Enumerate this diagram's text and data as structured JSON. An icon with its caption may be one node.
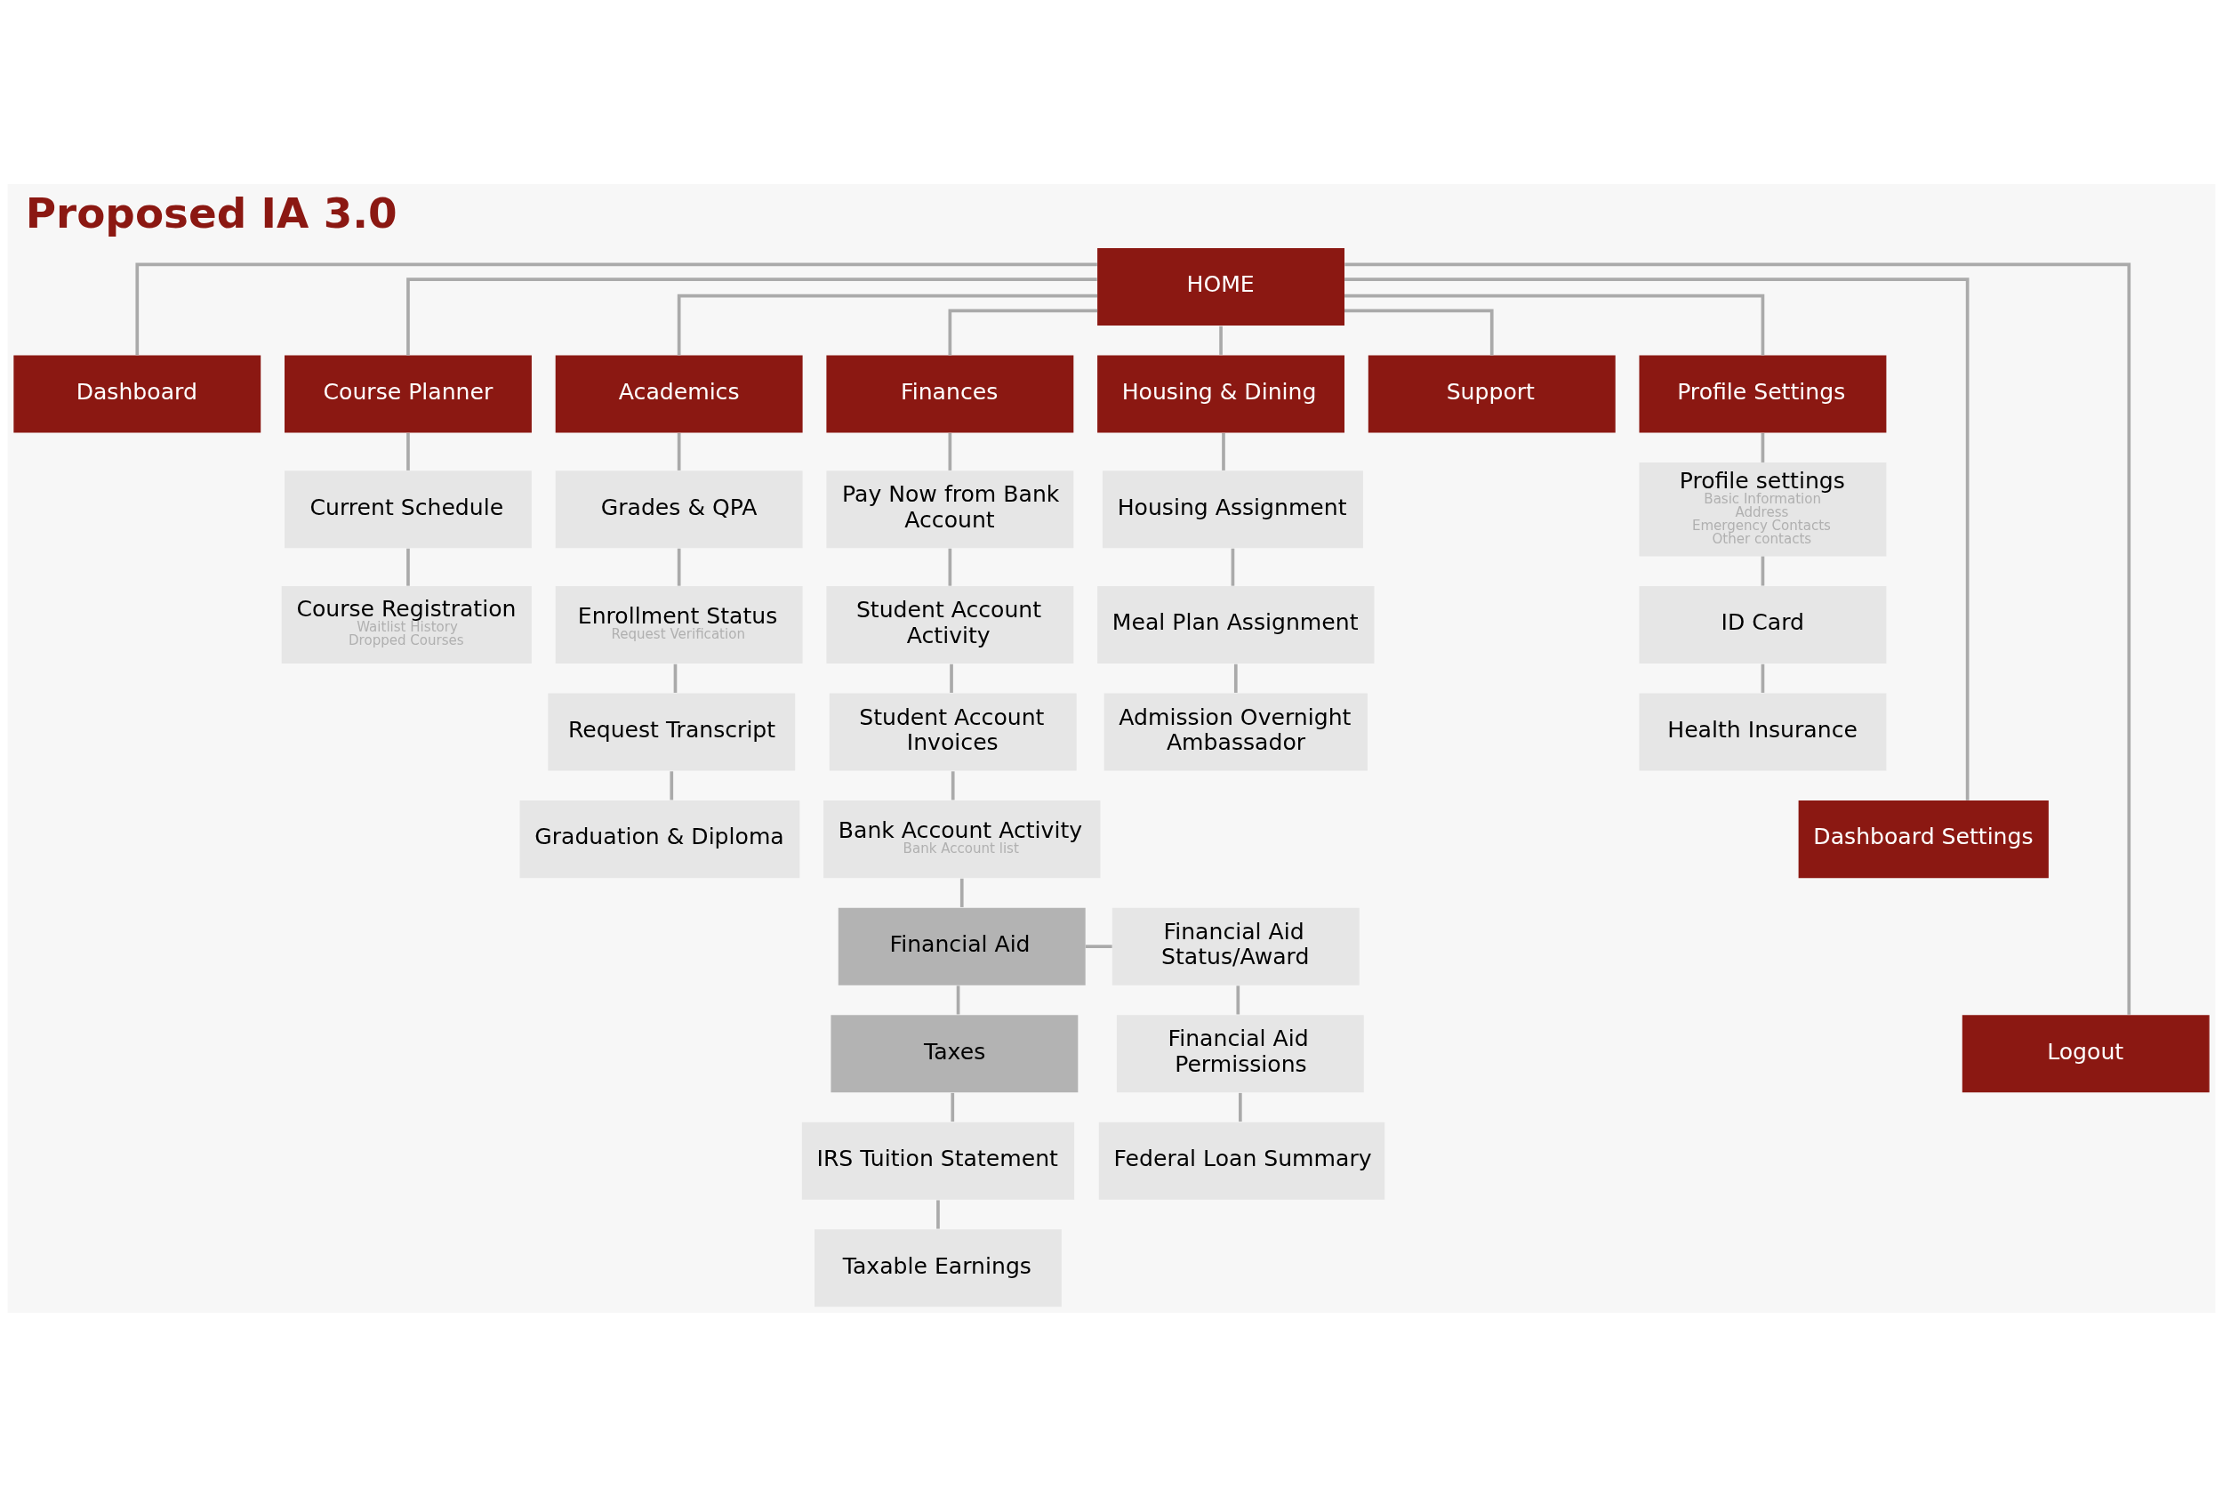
{
  "diagram": {
    "title": "Proposed IA 3.0",
    "nodes": [
      {
        "text": [
          "HOME"
        ]
      },
      {
        "text": [
          "Dashboard"
        ]
      },
      {
        "text": [
          "Course Planner"
        ]
      },
      {
        "text": [
          "Academics"
        ]
      },
      {
        "text": [
          "Finances"
        ]
      },
      {
        "text": [
          "Housing & Dining"
        ]
      },
      {
        "text": [
          "Support"
        ]
      },
      {
        "text": [
          "Profile Settings"
        ]
      },
      {
        "text": [
          "Current Schedule"
        ]
      },
      {
        "text": [
          "Course Registration",
          "Waitlist History",
          "Dropped Courses"
        ]
      },
      {
        "text": [
          "Grades & QPA"
        ]
      },
      {
        "text": [
          "Enrollment Status",
          "Request Verification"
        ]
      },
      {
        "text": [
          "Request Transcript"
        ]
      },
      {
        "text": [
          "Graduation & Diploma"
        ]
      },
      {
        "text": [
          "Pay Now from Bank Account"
        ]
      },
      {
        "text": [
          "Student Account Activity"
        ]
      },
      {
        "text": [
          "Student Account Invoices"
        ]
      },
      {
        "text": [
          "Bank Account Activity",
          "Bank Account list"
        ]
      },
      {
        "text": [
          "Financial Aid"
        ]
      },
      {
        "text": [
          "Financial Aid Status/Award"
        ]
      },
      {
        "text": [
          "Taxes"
        ]
      },
      {
        "text": [
          "Financial Aid Permissions"
        ]
      },
      {
        "text": [
          "IRS Tuition Statement"
        ]
      },
      {
        "text": [
          "Federal Loan Summary"
        ]
      },
      {
        "text": [
          "Taxable Earnings"
        ]
      },
      {
        "text": [
          "Housing Assignment"
        ]
      },
      {
        "text": [
          "Meal Plan Assignment"
        ]
      },
      {
        "text": [
          "Admission Overnight Ambassador"
        ]
      },
      {
        "text": [
          "Profile settings",
          "Basic Information",
          "Address",
          "Emergency Contacts",
          "Other contacts"
        ]
      },
      {
        "text": [
          "ID Card"
        ]
      },
      {
        "text": [
          "Health Insurance"
        ]
      },
      {
        "text": [
          "Dashboard Settings"
        ]
      },
      {
        "text": [
          "Logout"
        ]
      }
    ],
    "edges": [
      {
        "from": 0,
        "to": 1,
        "arrow": "none"
      },
      {
        "from": 0,
        "to": 2,
        "arrow": "none"
      },
      {
        "from": 0,
        "to": 3,
        "arrow": "none"
      },
      {
        "from": 0,
        "to": 4,
        "arrow": "none"
      },
      {
        "from": 0,
        "to": 5,
        "arrow": "none"
      },
      {
        "from": 0,
        "to": 6,
        "arrow": "none"
      },
      {
        "from": 0,
        "to": 7,
        "arrow": "none"
      },
      {
        "from": 0,
        "to": 31,
        "arrow": "none"
      },
      {
        "from": 0,
        "to": 32,
        "arrow": "none"
      },
      {
        "from": 2,
        "to": 8,
        "arrow": "none"
      },
      {
        "from": 8,
        "to": 9,
        "arrow": "none"
      },
      {
        "from": 3,
        "to": 10,
        "arrow": "none"
      },
      {
        "from": 10,
        "to": 11,
        "arrow": "none"
      },
      {
        "from": 11,
        "to": 12,
        "arrow": "none"
      },
      {
        "from": 12,
        "to": 13,
        "arrow": "none"
      },
      {
        "from": 4,
        "to": 14,
        "arrow": "none"
      },
      {
        "from": 14,
        "to": 15,
        "arrow": "none"
      },
      {
        "from": 15,
        "to": 16,
        "arrow": "none"
      },
      {
        "from": 16,
        "to": 17,
        "arrow": "none"
      },
      {
        "from": 17,
        "to": 18,
        "arrow": "none"
      },
      {
        "from": 18,
        "to": 20,
        "arrow": "none"
      },
      {
        "from": 18,
        "to": 19,
        "arrow": "none"
      },
      {
        "from": 19,
        "to": 21,
        "arrow": "none"
      },
      {
        "from": 21,
        "to": 23,
        "arrow": "none"
      },
      {
        "from": 20,
        "to": 22,
        "arrow": "none"
      },
      {
        "from": 22,
        "to": 24,
        "arrow": "none"
      },
      {
        "from": 5,
        "to": 25,
        "arrow": "none"
      },
      {
        "from": 25,
        "to": 26,
        "arrow": "none"
      },
      {
        "from": 26,
        "to": 27,
        "arrow": "none"
      },
      {
        "from": 7,
        "to": 28,
        "arrow": "none"
      },
      {
        "from": 28,
        "to": 29,
        "arrow": "none"
      },
      {
        "from": 29,
        "to": 30,
        "arrow": "none"
      }
    ]
  }
}
